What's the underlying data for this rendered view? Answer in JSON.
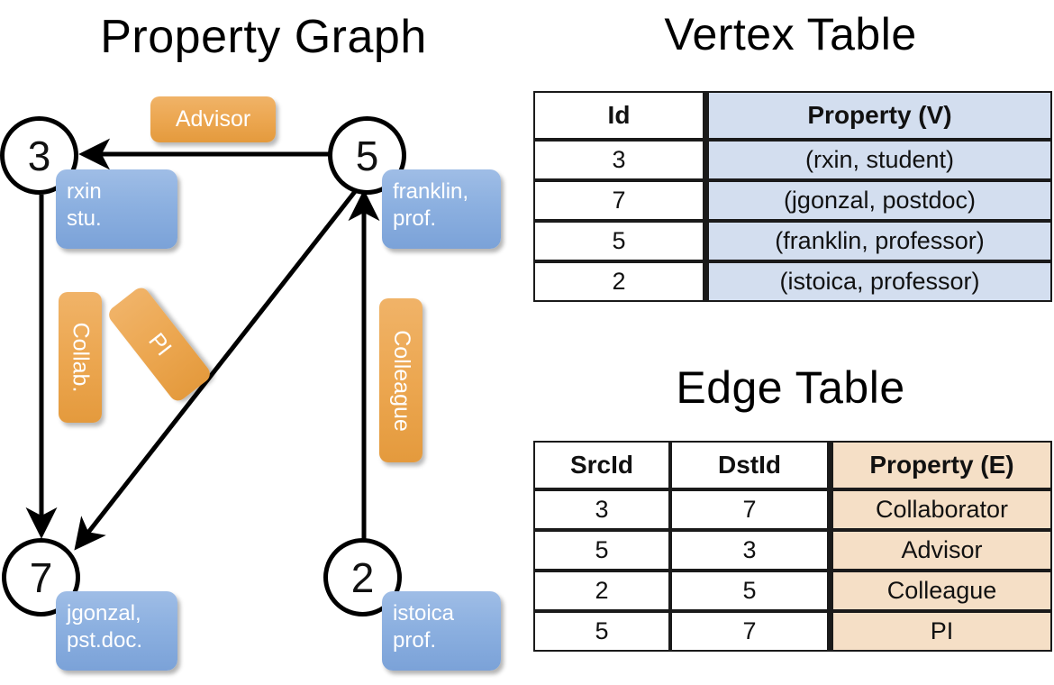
{
  "titles": {
    "property_graph": "Property Graph",
    "vertex_table": "Vertex Table",
    "edge_table": "Edge Table"
  },
  "colors": {
    "vertex_property_fill": "#d3deef",
    "edge_property_fill": "#f5dfc6",
    "node_box_blue": "#8cb0e0",
    "edge_label_orange": "#eca751",
    "stroke": "#000000"
  },
  "graph": {
    "nodes": [
      {
        "id": "3",
        "label": "3",
        "property": "rxin\nstu."
      },
      {
        "id": "5",
        "label": "5",
        "property": "franklin,\nprof."
      },
      {
        "id": "7",
        "label": "7",
        "property": "jgonzal,\npst.doc."
      },
      {
        "id": "2",
        "label": "2",
        "property": "istoica\nprof."
      }
    ],
    "edge_labels": [
      {
        "name": "advisor",
        "text": "Advisor",
        "orientation": "horizontal"
      },
      {
        "name": "collab",
        "text": "Collab.",
        "orientation": "vertical"
      },
      {
        "name": "pi",
        "text": "PI",
        "orientation": "diagonal"
      },
      {
        "name": "colleague",
        "text": "Colleague",
        "orientation": "vertical"
      }
    ],
    "edges": [
      {
        "from": "5",
        "to": "3",
        "label": "Advisor"
      },
      {
        "from": "3",
        "to": "7",
        "label": "Collab."
      },
      {
        "from": "5",
        "to": "7",
        "label": "PI"
      },
      {
        "from": "2",
        "to": "5",
        "label": "Colleague"
      }
    ]
  },
  "vertex_table": {
    "headers": [
      "Id",
      "Property (V)"
    ],
    "rows": [
      [
        "3",
        "(rxin, student)"
      ],
      [
        "7",
        "(jgonzal, postdoc)"
      ],
      [
        "5",
        "(franklin, professor)"
      ],
      [
        "2",
        "(istoica, professor)"
      ]
    ]
  },
  "edge_table": {
    "headers": [
      "SrcId",
      "DstId",
      "Property (E)"
    ],
    "rows": [
      [
        "3",
        "7",
        "Collaborator"
      ],
      [
        "5",
        "3",
        "Advisor"
      ],
      [
        "2",
        "5",
        "Colleague"
      ],
      [
        "5",
        "7",
        "PI"
      ]
    ]
  }
}
